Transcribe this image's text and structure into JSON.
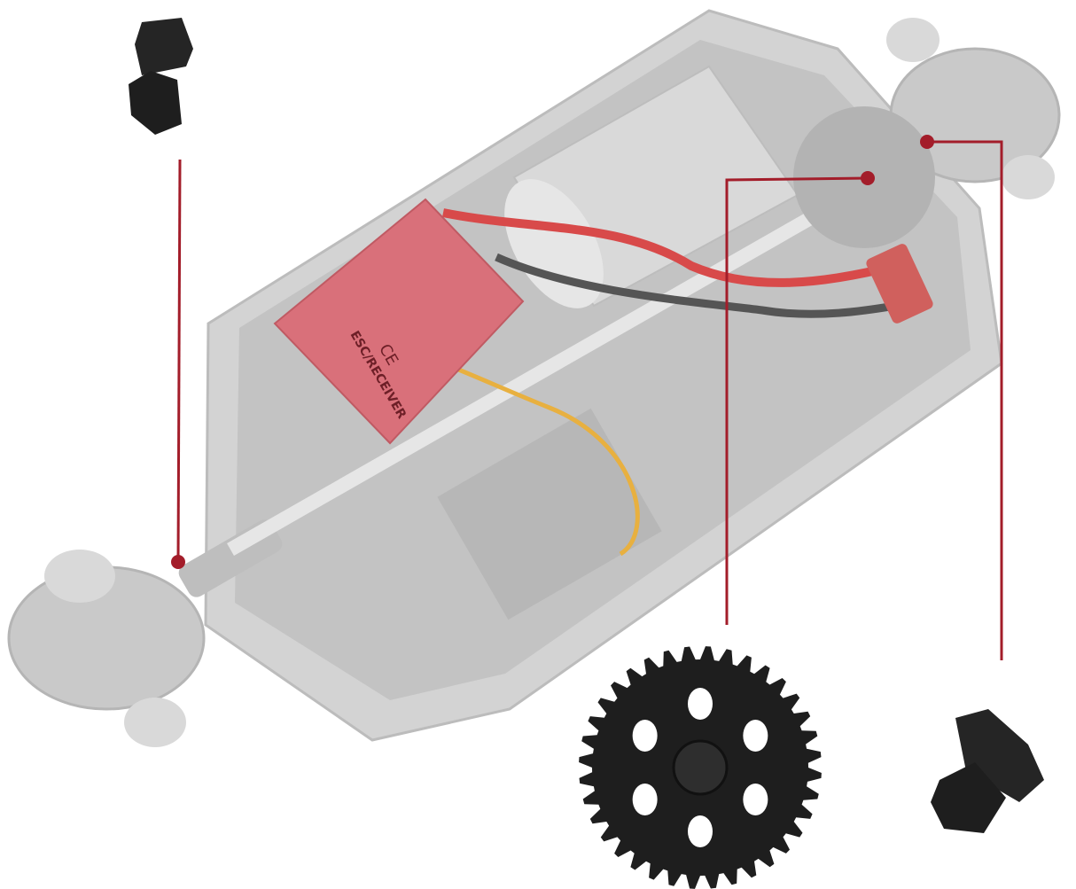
{
  "image": {
    "subject": "rc-car-chassis-with-gear-callouts",
    "esc_label": "ESC/RECEIVER",
    "esc_mark": "CE"
  },
  "colors": {
    "background": "#ffffff",
    "chassis": "#c9c9c9",
    "chassis_dark": "#a9a9a9",
    "callout": "#a31d2a",
    "gear": "#1e1e1e",
    "esc": "#d9707a",
    "motor": "#d8d8d8",
    "wire_red": "#d84a4a",
    "wire_yellow": "#e8b040"
  },
  "callouts": [
    {
      "name": "pinion-top-left",
      "icon": "pinion-gear"
    },
    {
      "name": "spur-gear",
      "icon": "spur-gear"
    },
    {
      "name": "pinion-bottom-right",
      "icon": "pinion-gear"
    }
  ]
}
